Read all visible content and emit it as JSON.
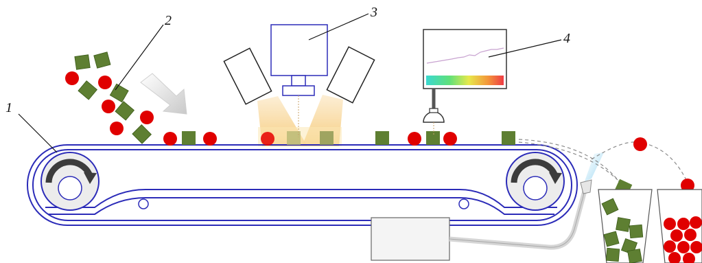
{
  "labels": {
    "belt": "1",
    "feed": "2",
    "camera": "3",
    "spectrometer": "4"
  },
  "colors": {
    "belt_outline": "#2b2bb8",
    "red_item": "#e00000",
    "green_item": "#5e7f32",
    "light_cone": "#f7cf86",
    "air_jet": "#9fd6f0",
    "device_outline": "#333333"
  },
  "icons": [
    "rotation-arrow-icon",
    "feed-direction-arrow-icon"
  ]
}
